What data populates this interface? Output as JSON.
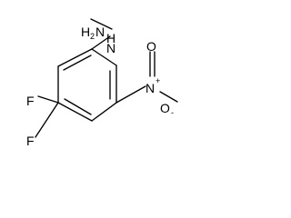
{
  "molecule": {
    "substituents": {
      "hydrazine_n_symbol": "H",
      "hydrazine_n_count": "2",
      "hydrazine_n_element": "N",
      "hydrazine_nh_symbol": "H",
      "hydrazine_nh_element": "N",
      "fluorine_upper": "F",
      "fluorine_lower": "F",
      "nitro_n": "N",
      "nitro_n_charge": "+",
      "nitro_o_double": "O",
      "nitro_o_single": "O",
      "nitro_o_charge": "-"
    },
    "colors": {
      "bond": "#000000",
      "background": "#ffffff"
    }
  }
}
